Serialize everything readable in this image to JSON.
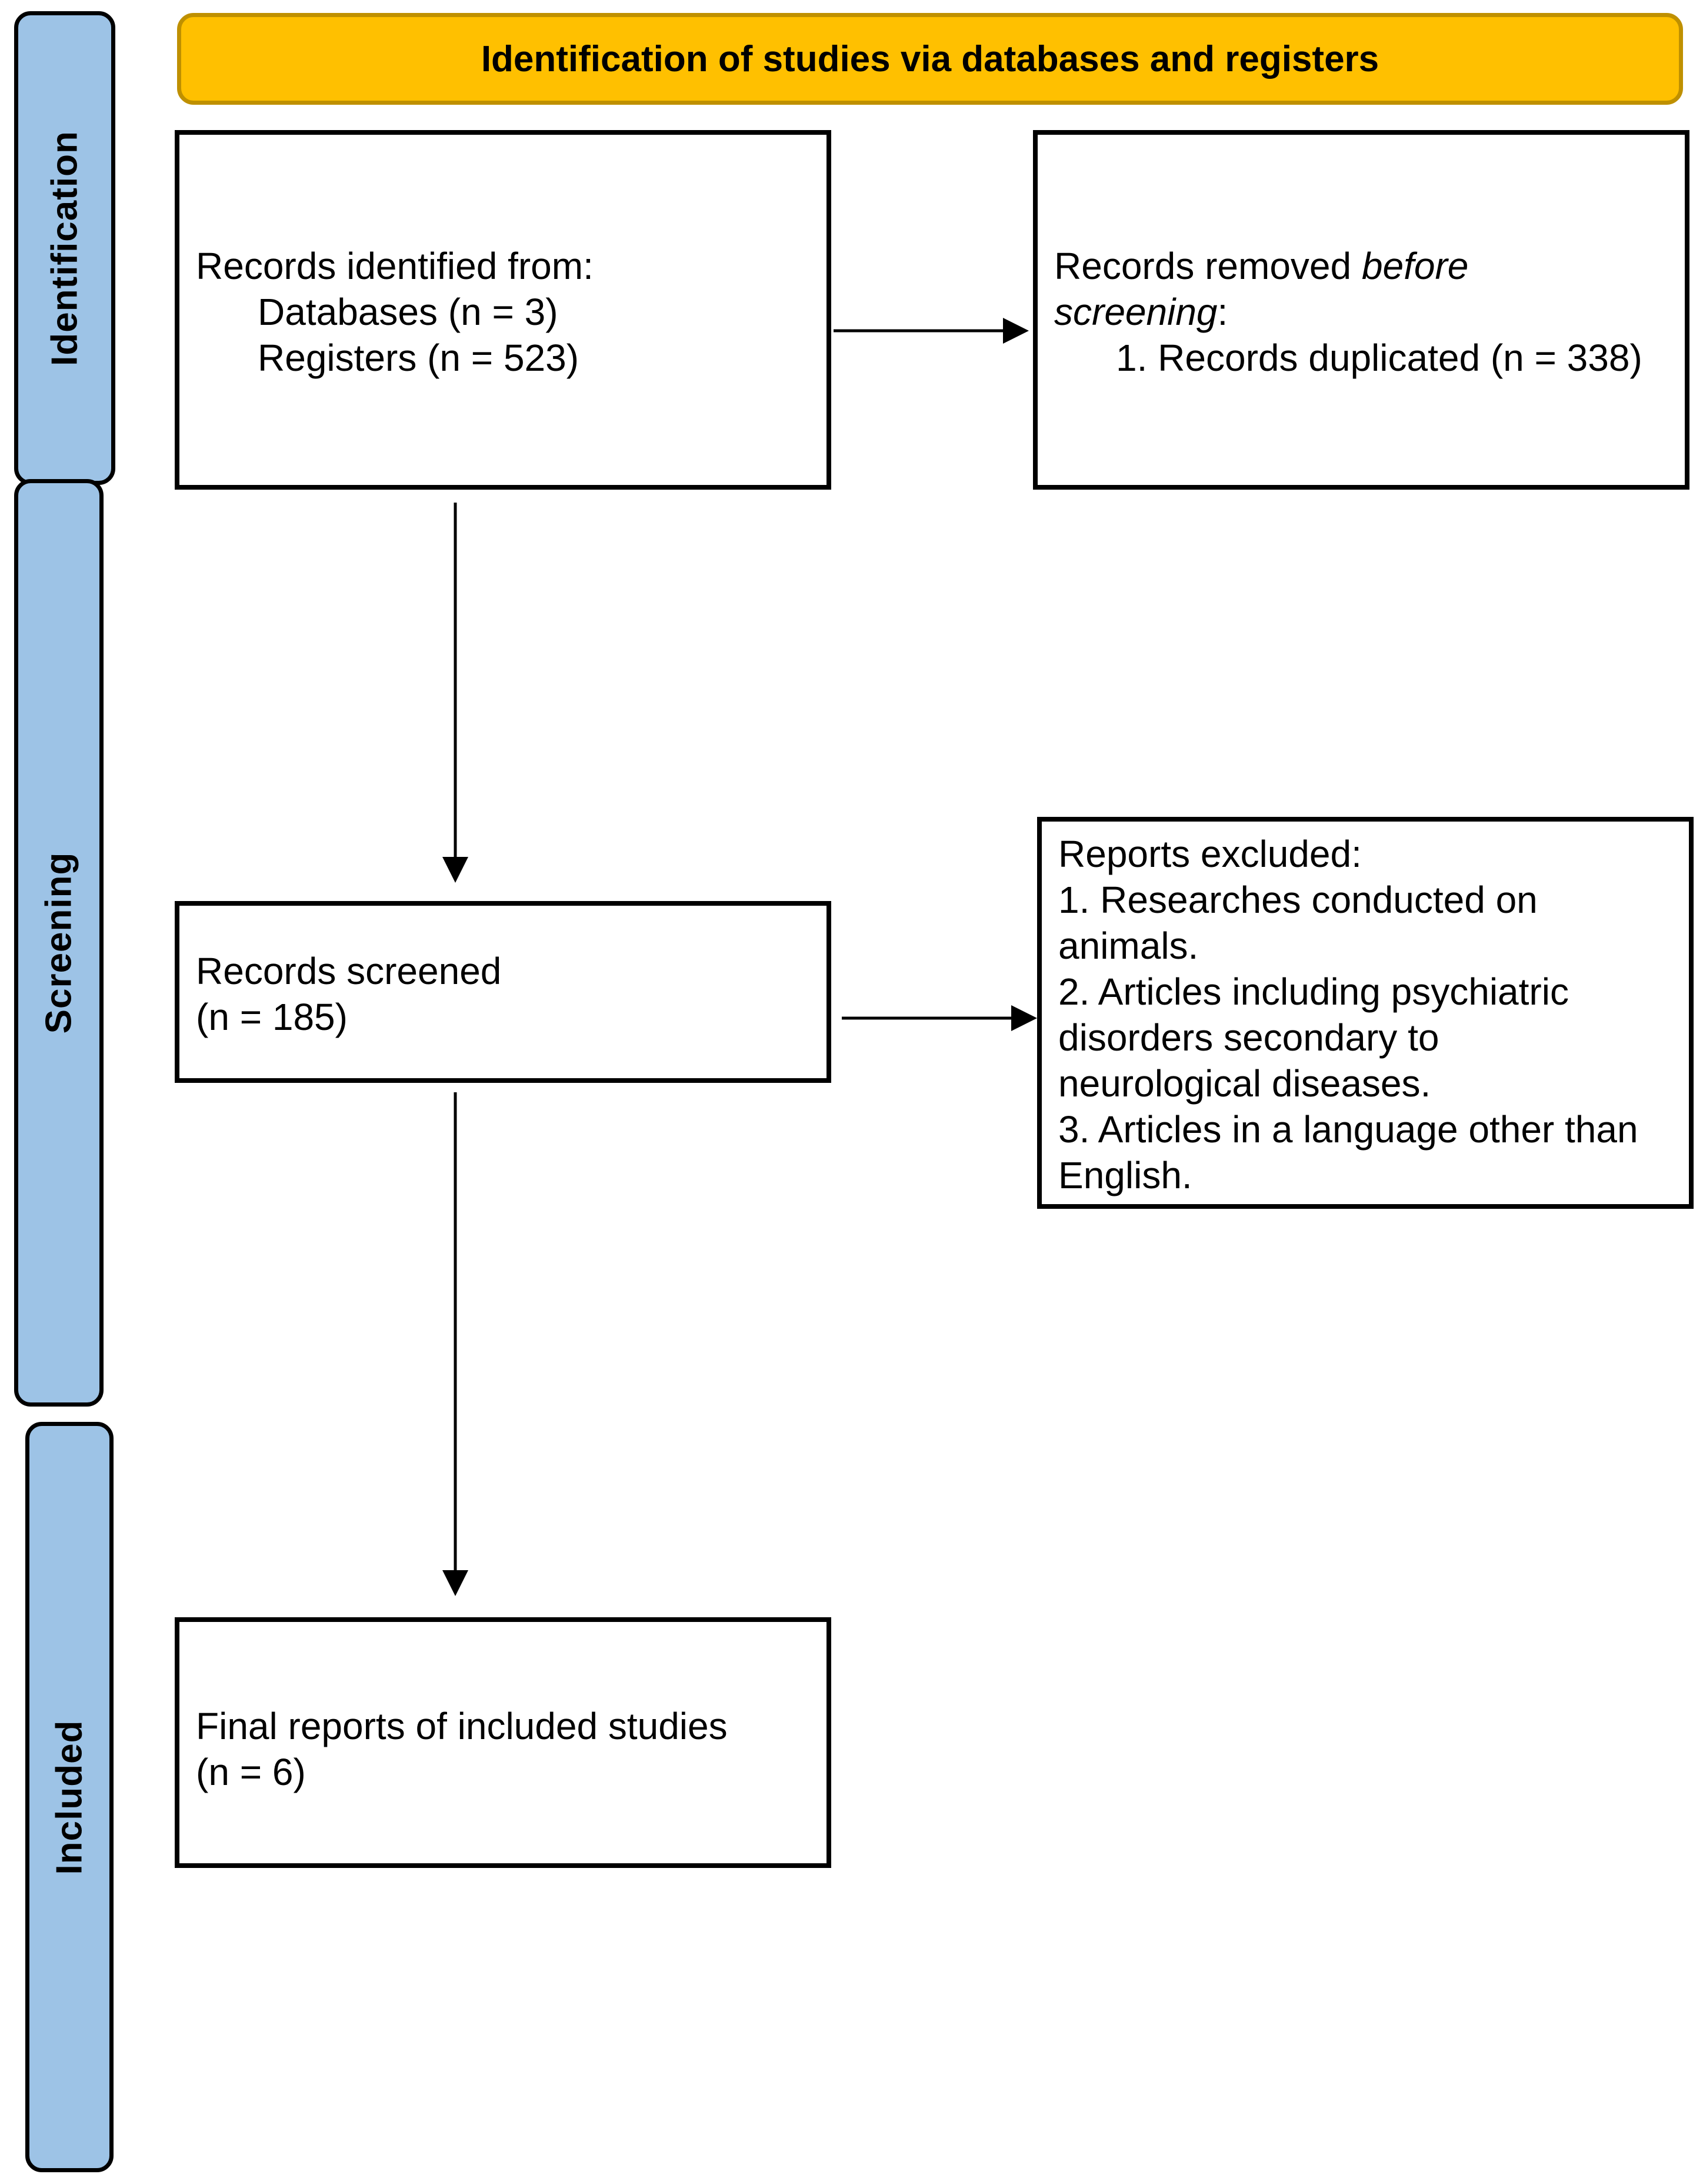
{
  "header": {
    "title": "Identification of studies via databases and registers"
  },
  "phases": [
    "Identification",
    "Screening",
    "Included"
  ],
  "identified": {
    "label": "Records identified from:",
    "databases": "Databases (n = 3)",
    "registers": "Registers (n = 523)"
  },
  "removed": {
    "line1_a": "Records removed ",
    "line1_b": "before",
    "line2_a": "screening",
    "line2_b": ":",
    "item1": "1. Records duplicated (n = 338)"
  },
  "screened": {
    "label": "Records screened",
    "count": "(n = 185)"
  },
  "excluded": {
    "label": "Reports excluded:",
    "lines": [
      "1. Researches conducted on",
      "animals.",
      "2. Articles including psychiatric",
      "disorders secondary to",
      "neurological diseases.",
      "3. Articles in a language other than",
      "English."
    ]
  },
  "included": {
    "label": "Final reports of included studies",
    "count": "(n = 6)"
  },
  "colors": {
    "phase": "#9dc3e6",
    "header": "#ffc000",
    "header_border": "#bf9000"
  }
}
